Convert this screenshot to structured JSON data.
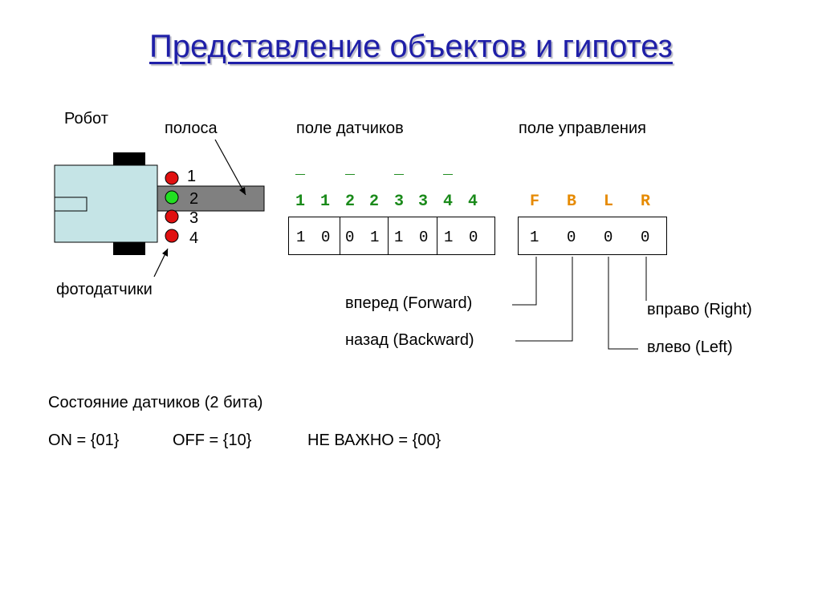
{
  "title": "Представление объектов и гипотез",
  "labels": {
    "robot": "Робот",
    "strip": "полоса",
    "sensors": "фотодатчики",
    "sensor_field": "поле датчиков",
    "control_field": "поле управления"
  },
  "sensor_numbers": [
    "1",
    "2",
    "3",
    "4"
  ],
  "sensor_states": [
    "off",
    "on",
    "off",
    "off"
  ],
  "bar_marks": [
    "_",
    "_",
    "_",
    "_"
  ],
  "sensor_header": [
    "1",
    "1",
    "2",
    "2",
    "3",
    "3",
    "4",
    "4"
  ],
  "sensor_bits": [
    "1",
    "0",
    "0",
    "1",
    "1",
    "0",
    "1",
    "0"
  ],
  "control_header": [
    "F",
    "B",
    "L",
    "R"
  ],
  "control_bits": [
    "1",
    "0",
    "0",
    "0"
  ],
  "control_descriptions": {
    "forward": "вперед (Forward)",
    "backward": "назад (Backward)",
    "right": "вправо (Right)",
    "left": "влево (Left)"
  },
  "state_caption": "Состояние датчиков (2 бита)",
  "encodings": {
    "on": "ON = {01}",
    "off": "OFF = {10}",
    "dont_care": "НЕ ВАЖНО = {00}"
  },
  "colors": {
    "title": "#1f1fa8",
    "robot_body": "#c5e4e6",
    "strip": "#808080",
    "sensor_off": "#e01010",
    "sensor_on": "#22e022",
    "sensor_header": "#1a8a1a",
    "control_header": "#e68a00"
  }
}
